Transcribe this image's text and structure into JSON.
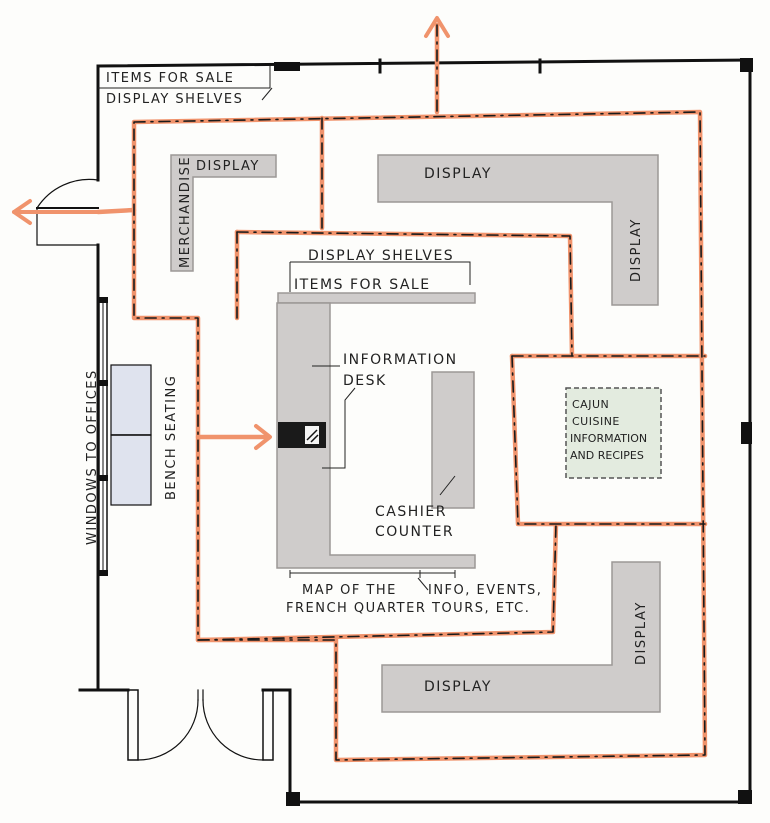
{
  "labels": {
    "items_for_sale_top": "ITEMS FOR SALE",
    "display_shelves_top": "DISPLAY SHELVES",
    "merchandise": "MERCHANDISE",
    "display_nw": "DISPLAY",
    "display_top": "DISPLAY",
    "display_right_top": "DISPLAY",
    "display_shelves_center": "DISPLAY SHELVES",
    "items_for_sale_center": "ITEMS FOR SALE",
    "information": "INFORMATION",
    "desk": "DESK",
    "cashier": "CASHIER",
    "counter": "COUNTER",
    "cajun": "CAJUN",
    "cuisine": "CUISINE",
    "information_cajun": "INFORMATION",
    "and_recipes": "AND RECIPES",
    "windows_to_offices": "WINDOWS TO OFFICES",
    "bench_seating": "BENCH SEATING",
    "map_of_the": "MAP OF THE",
    "french_quarter": "FRENCH QUARTER",
    "info_events": "INFO, EVENTS,",
    "tours_etc": "TOURS, ETC.",
    "display_right_bottom": "DISPLAY",
    "display_bottom": "DISPLAY"
  },
  "colors": {
    "wall": "#111111",
    "display_fill": "#cfcccb",
    "display_edge": "#9c9896",
    "path": "#f0936c",
    "path_dash": "#1a1a1a",
    "cajun_fill": "#e3ebdf",
    "window_fill": "#dfe3ee"
  }
}
